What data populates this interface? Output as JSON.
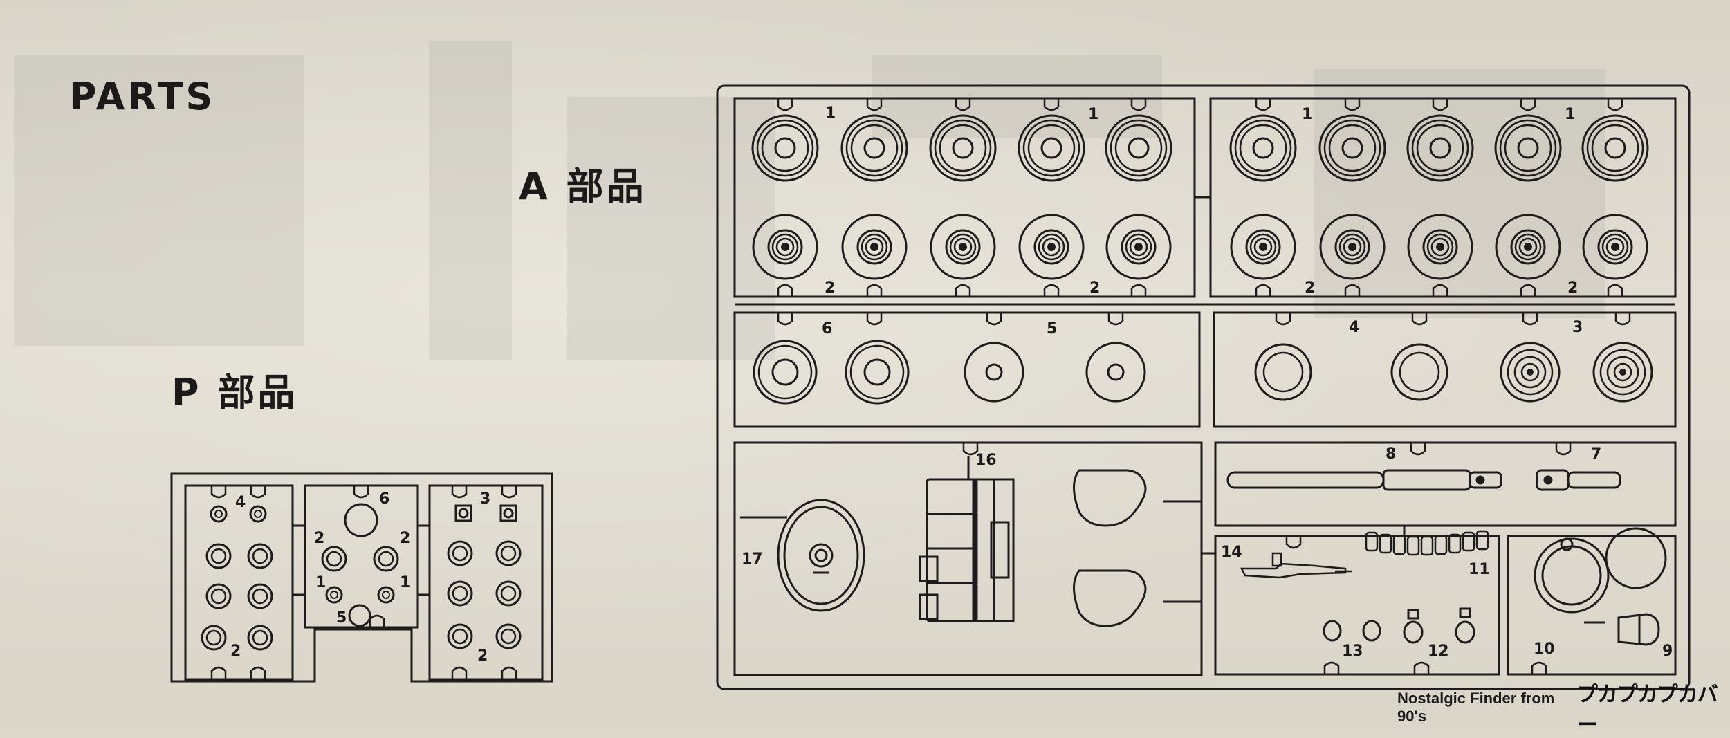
{
  "titles": {
    "parts": "PARTS",
    "a_parts": "A 部品",
    "p_parts": "P 部品"
  },
  "a_runner_labels": {
    "top_left_1a": "1",
    "top_left_1b": "1",
    "top_left_2a": "2",
    "top_left_2b": "2",
    "top_right_1a": "1",
    "top_right_1b": "1",
    "top_right_2a": "2",
    "top_right_2b": "2",
    "mid_6": "6",
    "mid_5": "5",
    "mid_4": "4",
    "mid_3": "3",
    "p16": "16",
    "p17": "17",
    "p8": "8",
    "p7": "7",
    "p14": "14",
    "p11": "11",
    "p10": "10",
    "p9": "9",
    "p13": "13",
    "p12": "12"
  },
  "p_runner_labels": {
    "p4": "4",
    "p2a": "2",
    "p6": "6",
    "p2b": "2",
    "p2c": "2",
    "p1a": "1",
    "p1b": "1",
    "p5": "5",
    "p3": "3",
    "p2d": "2"
  },
  "footer": {
    "text": "Nostalgic Finder from 90's",
    "logo": "プカプカプカバー"
  },
  "colors": {
    "paper": "#dcd8cc",
    "ink": "#1b1a18"
  }
}
